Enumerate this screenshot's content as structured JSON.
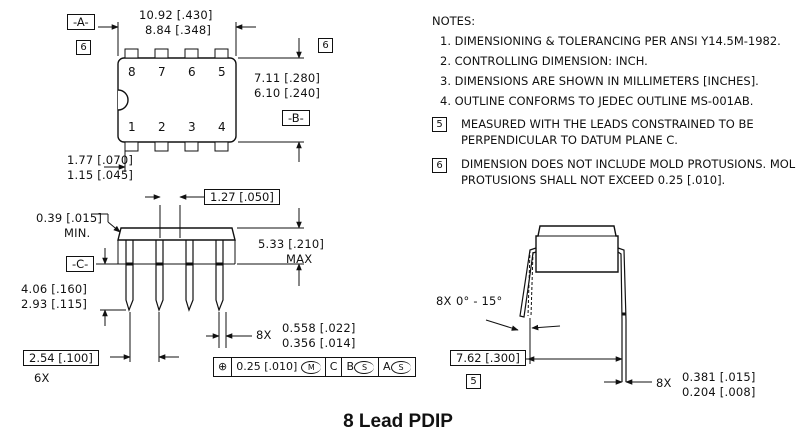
{
  "caption": "8 Lead PDIP",
  "datums": {
    "a": "-A-",
    "b": "-B-",
    "c": "-C-"
  },
  "flags": {
    "f5": "5",
    "f6": "6"
  },
  "pins": {
    "top": [
      "8",
      "7",
      "6",
      "5"
    ],
    "bottom": [
      "1",
      "2",
      "3",
      "4"
    ]
  },
  "dims": {
    "body_len_1": "10.92 [.430]",
    "body_len_2": "8.84 [.348]",
    "body_w_1": "7.11 [.280]",
    "body_w_2": "6.10 [.240]",
    "end_1": "1.77 [.070]",
    "end_2": "1.15 [.045]",
    "pitch_half": "1.27 [.050]",
    "seat_1": "0.39 [.015]",
    "seat_2": "MIN.",
    "height_1": "5.33 [.210]",
    "height_2": "MAX",
    "lead_len_1": "4.06 [.160]",
    "lead_len_2": "2.93 [.115]",
    "lead_w_count": "8X",
    "lead_w_1": "0.558 [.022]",
    "lead_w_2": "0.356 [.014]",
    "pitch": "2.54 [.100]",
    "pitch_count": "6X",
    "angle_count": "8X",
    "angle": "0° - 15°",
    "row_spacing": "7.62 [.300]",
    "thick_count": "8X",
    "thick_1": "0.381 [.015]",
    "thick_2": "0.204 [.008]"
  },
  "fcf": {
    "symbol": "⊕",
    "tolerance": "0.25 [.010]",
    "modifier": "M",
    "ref1": "C",
    "ref2": "B",
    "ref2_mod": "S",
    "ref3": "A",
    "ref3_mod": "S"
  },
  "notes": {
    "title": "NOTES:",
    "n1": "1.  DIMENSIONING & TOLERANCING PER ANSI Y14.5M-1982.",
    "n2": "2.  CONTROLLING DIMENSION: INCH.",
    "n3": "3.  DIMENSIONS ARE SHOWN IN MILLIMETERS [INCHES].",
    "n4": "4.  OUTLINE CONFORMS TO JEDEC OUTLINE MS-001AB.",
    "n5_a": "MEASURED WITH THE LEADS CONSTRAINED TO BE",
    "n5_b": "PERPENDICULAR TO DATUM PLANE C.",
    "n6_a": "DIMENSION DOES NOT INCLUDE MOLD PROTUSIONS. MOLD",
    "n6_b": "PROTUSIONS SHALL NOT EXCEED 0.25 [.010]."
  }
}
